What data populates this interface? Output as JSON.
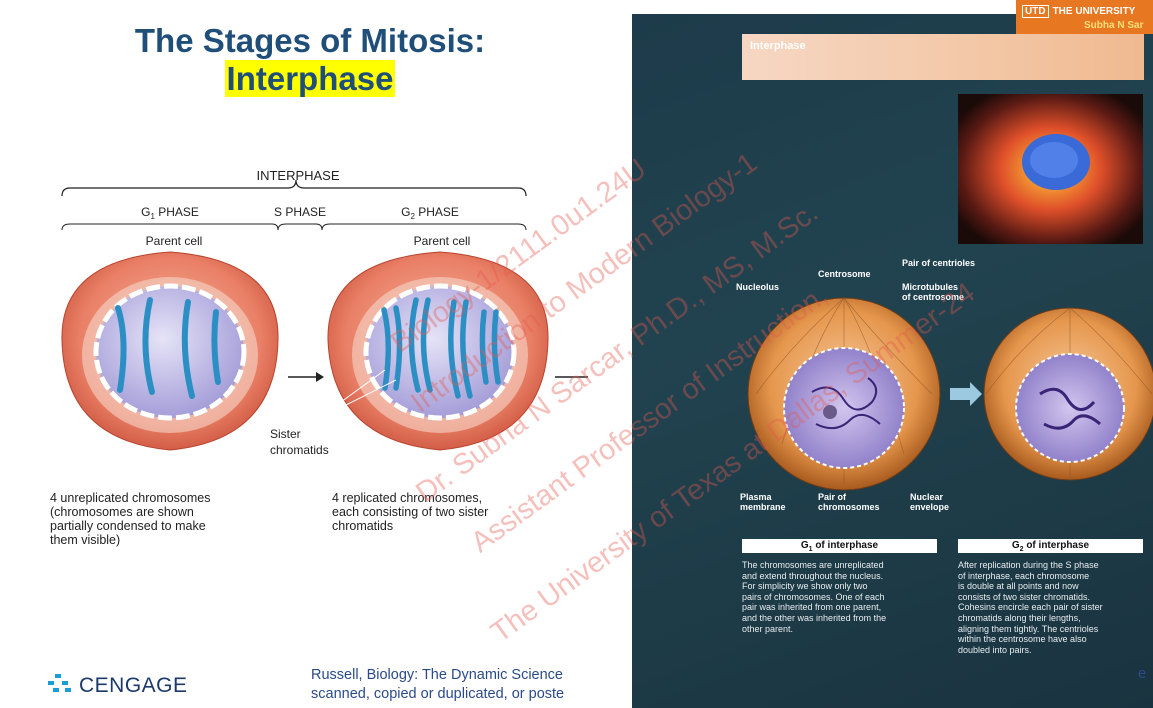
{
  "title": {
    "line1": "The Stages of Mitosis:",
    "line2": "Interphase"
  },
  "left_figure": {
    "interphase_label": "INTERPHASE",
    "g1_phase": "G",
    "g1_sub": "1",
    "g1_suffix": " PHASE",
    "s_phase": "S PHASE",
    "g2_phase": "G",
    "g2_sub": "2",
    "g2_suffix": " PHASE",
    "parent_cell_1": "Parent cell",
    "parent_cell_2": "Parent cell",
    "sister_line1": "Sister",
    "sister_line2": "chromatids",
    "caption_left": [
      "4 unreplicated chromosomes",
      "(chromosomes are shown",
      "partially condensed to make",
      "them visible)"
    ],
    "caption_right": [
      "4 replicated chromosomes,",
      "each consisting of two sister",
      "chromatids"
    ]
  },
  "right_panel": {
    "banner": "Interphase",
    "labels": {
      "centrosome": "Centrosome",
      "pair_of_centrioles": "Pair of centrioles",
      "nucleolus": "Nucleolus",
      "microtubules": [
        "Microtubules",
        "of centrosome"
      ],
      "plasma_membrane": [
        "Plasma",
        "membrane"
      ],
      "pair_of_chromosomes": [
        "Pair of",
        "chromosomes"
      ],
      "nuclear_envelope": [
        "Nuclear",
        "envelope"
      ]
    },
    "g1_box": "G",
    "g1_box_sub": "1",
    "g1_box_suffix": " of interphase",
    "g2_box": "G",
    "g2_box_sub": "2",
    "g2_box_suffix": " of interphase",
    "g1_text": [
      "The chromosomes are unreplicated",
      "and extend throughout the nucleus.",
      "For simplicity we show only two",
      "pairs of chromosomes. One of each",
      "pair was inherited from one parent,",
      "and the other was inherited from the",
      "other parent."
    ],
    "g2_text": [
      "After replication during the S phase",
      "of interphase, each chromosome",
      "is double at all points and now",
      "consists of two sister chromatids.",
      "Cohesins encircle each pair of sister",
      "chromatids along their lengths,",
      "aligning them tightly. The centrioles",
      "within the centrosome have also",
      "doubled into pairs."
    ]
  },
  "utd": {
    "logo": "UTD",
    "line1": "THE UNIVERSITY",
    "line2": "Subha N Sar"
  },
  "footer": {
    "brand": "CENGAGE",
    "citation_line1": "Russell, Biology: The Dynamic Science",
    "citation_line2": "scanned, copied or duplicated, or poste",
    "citation_tail": "e"
  },
  "watermark": [
    "Biology-1/2111.0u1.24U",
    "Introduction to Modern Biology-1",
    "Dr. Subha N Sarcar, Ph.D., MS, M.Sc.",
    "Assistant Professor of Instruction,",
    "The University of Texas at Dallas, Summer-24"
  ],
  "colors": {
    "title": "#1f4e79",
    "highlight": "#ffff00",
    "cell_outer": "#e8806a",
    "nucleus": "#c8c3e8",
    "chromosome": "#2b8fc4",
    "panel_bg": "#1f3d4a",
    "utd_orange": "#e87722"
  }
}
